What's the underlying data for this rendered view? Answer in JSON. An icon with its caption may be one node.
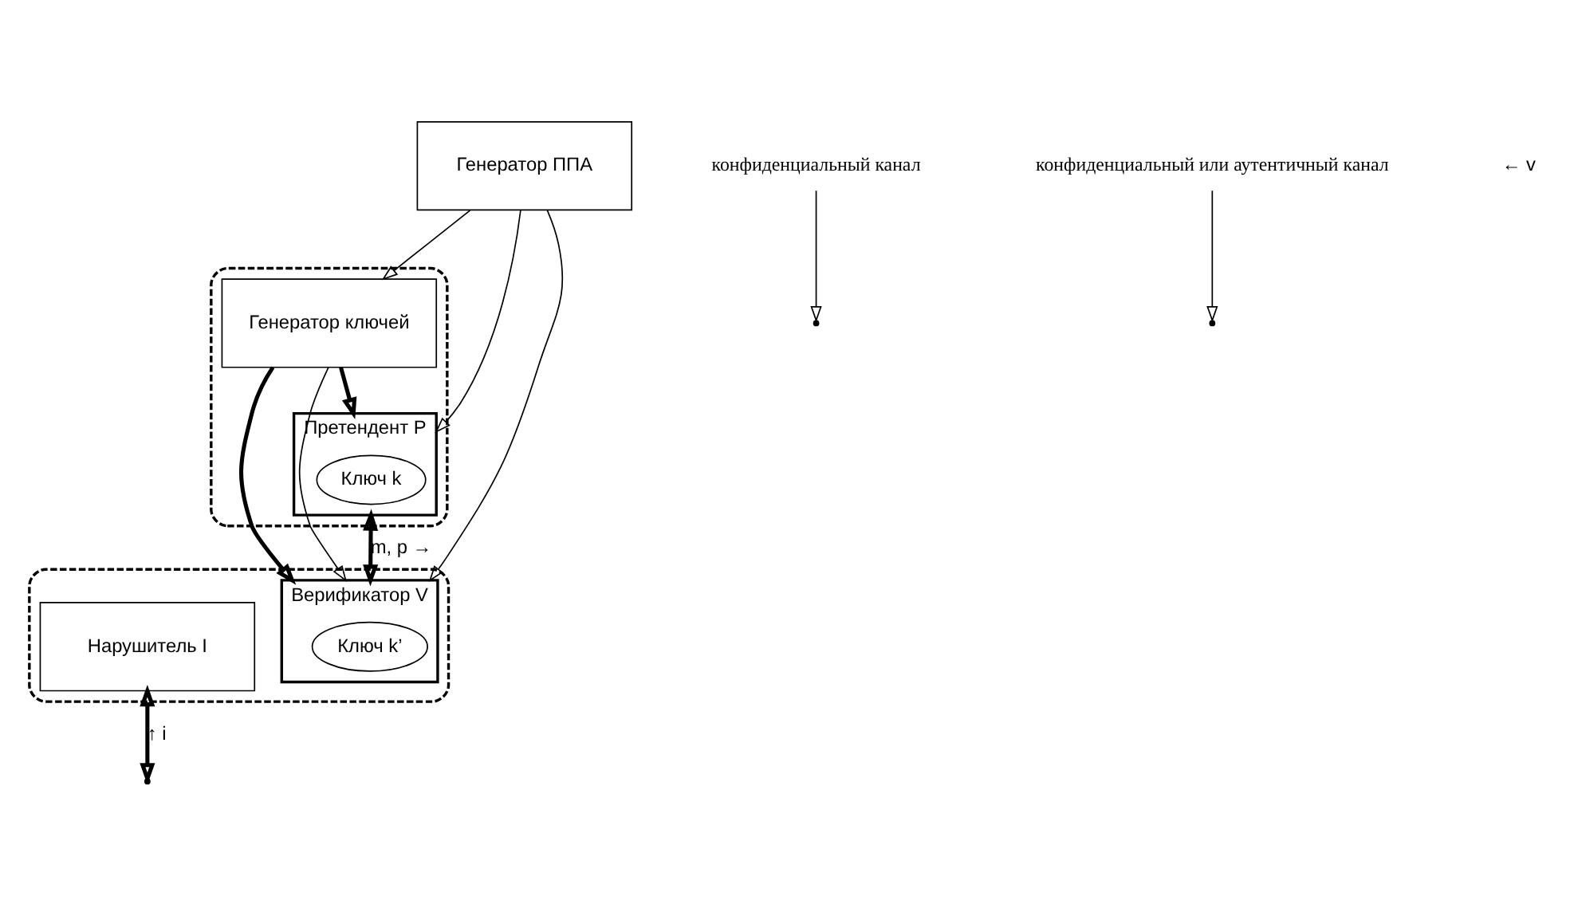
{
  "diagram": {
    "nodes": [
      {
        "text": [],
        "shape": "box"
      },
      {
        "text": [
          "Претендент P"
        ],
        "in": 0
      },
      {
        "text": [
          "Ключ k"
        ],
        "in": 1
      },
      {
        "text": [
          "Генератор ключей"
        ],
        "in": 0
      },
      {
        "text": [],
        "shape": "box"
      },
      {
        "text": [
          "Верификатор V"
        ],
        "in": 4
      },
      {
        "text": [
          "Ключ k’"
        ],
        "in": 5
      },
      {
        "text": [
          "Нарушитель I"
        ],
        "in": 4
      },
      {
        "text": [
          "Генератор ППА"
        ]
      },
      {
        "text": [
          "конфиденциальный канал"
        ]
      },
      {
        "text": [
          "конфиденциальный или аутентичный канал"
        ]
      }
    ],
    "edges": [
      {
        "from": 1,
        "to": 5,
        "arrow": "both",
        "label": "m, p →",
        "style": "thick"
      },
      {
        "from": 7,
        "to": null,
        "arrow": "both",
        "label": "↑ i",
        "style": "thick"
      },
      {
        "from": 3,
        "to": 1,
        "arrow": "to",
        "style": "thick"
      },
      {
        "from": 3,
        "to": 5,
        "arrow": "to",
        "style": "thick"
      },
      {
        "from": 3,
        "to": 5,
        "arrow": "to"
      },
      {
        "from": 8,
        "to": 1,
        "arrow": "to"
      },
      {
        "from": 8,
        "to": 3,
        "arrow": "to"
      },
      {
        "from": 8,
        "to": 5,
        "arrow": "to"
      },
      {
        "from": 9,
        "to": null,
        "arrow": "to"
      },
      {
        "from": 10,
        "to": null,
        "arrow": "to"
      }
    ],
    "labels": [
      "← v"
    ]
  }
}
